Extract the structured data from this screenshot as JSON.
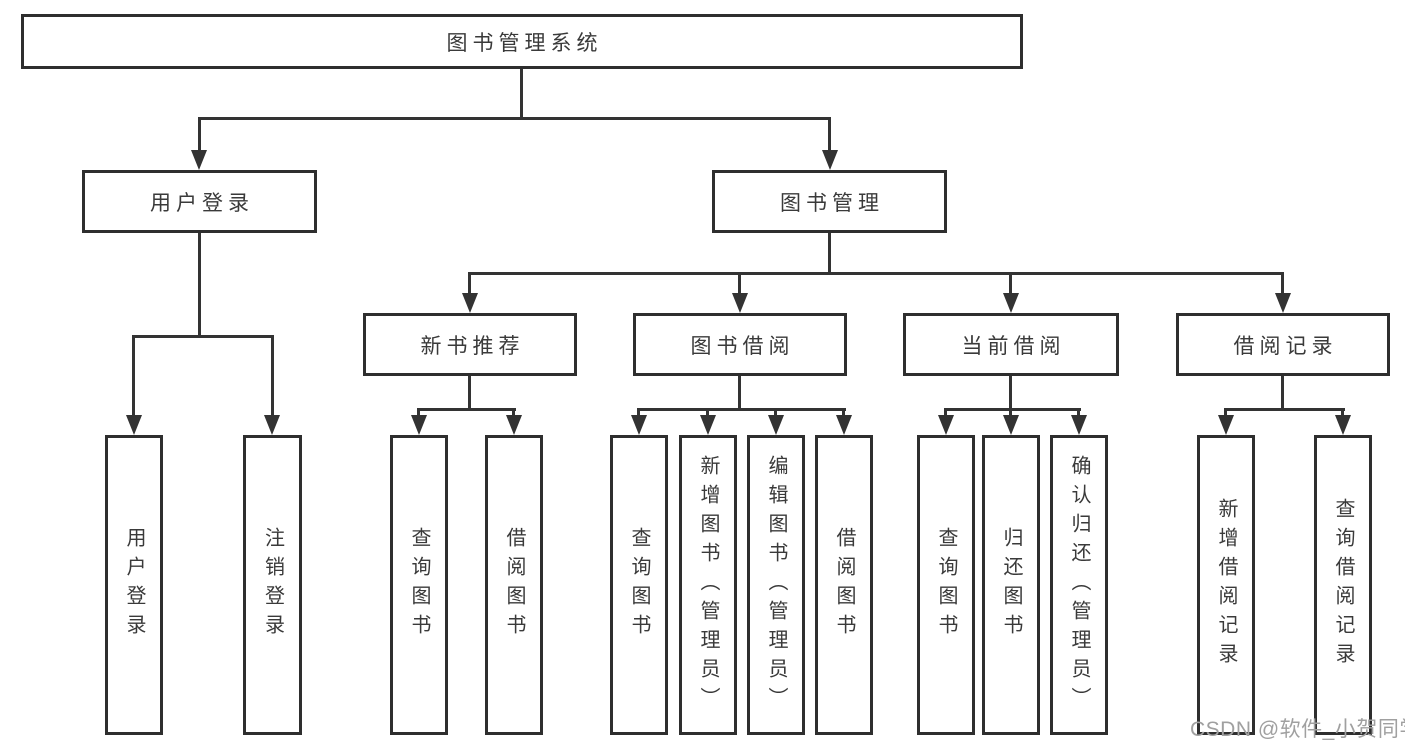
{
  "watermark": "CSDN @软件_小贺同学",
  "colors": {
    "line": "#333333",
    "box_border": "#2e2e2e",
    "text": "#3a3a3a",
    "watermark": "#a0a0a0",
    "background": "#ffffff"
  },
  "tree": {
    "root": "图书管理系统",
    "branches": [
      {
        "label": "用户登录",
        "leaves": [
          "用户登录",
          "注销登录"
        ]
      },
      {
        "label": "图书管理",
        "groups": [
          {
            "label": "新书推荐",
            "leaves": [
              "查询图书",
              "借阅图书"
            ]
          },
          {
            "label": "图书借阅",
            "leaves": [
              "查询图书",
              "新增图书（管理员）",
              "编辑图书（管理员）",
              "借阅图书"
            ]
          },
          {
            "label": "当前借阅",
            "leaves": [
              "查询图书",
              "归还图书",
              "确认归还（管理员）"
            ]
          },
          {
            "label": "借阅记录",
            "leaves": [
              "新增借阅记录",
              "查询借阅记录"
            ]
          }
        ]
      }
    ]
  }
}
